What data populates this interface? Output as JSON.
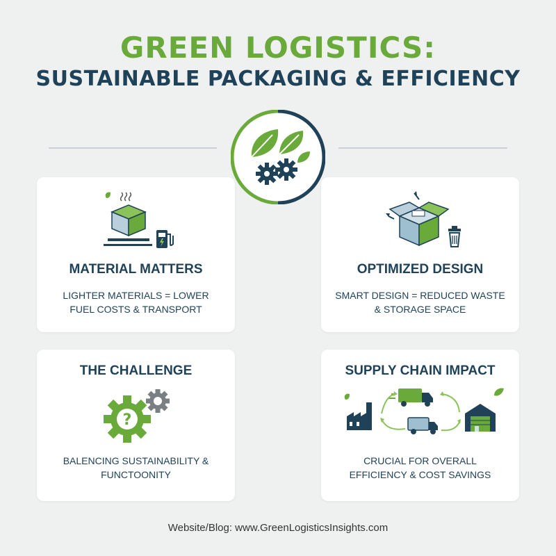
{
  "header": {
    "title": "GREEN LOGISTICS:",
    "subtitle": "SUSTAINABLE PACKAGING & EFFICIENCY"
  },
  "cards": [
    {
      "title": "MATERIAL MATTERS",
      "description": "LIGHTER MATERIALS = LOWER FUEL COSTS & TRANSPORT",
      "icon": "package-fuel-icon"
    },
    {
      "title": "OPTIMIZED DESIGN",
      "description": "SMART DESIGN = REDUCED WASTE & STORAGE SPACE",
      "icon": "open-box-trash-icon"
    },
    {
      "title": "THE CHALLENGE",
      "description": "BALENCING SUSTAINABILITY & FUNCTOONITY",
      "icon": "question-gears-icon"
    },
    {
      "title": "SUPPLY CHAIN IMPACT",
      "description": "CRUCIAL FOR OVERALL EFFICIENCY & COST SAVINGS",
      "icon": "supply-chain-cycle-icon"
    }
  ],
  "footer": {
    "text": "Website/Blog: www.GreenLogisticsInsights.com"
  },
  "colors": {
    "green": "#6aaa3a",
    "navy": "#1f4258",
    "background": "#eff1f1"
  }
}
